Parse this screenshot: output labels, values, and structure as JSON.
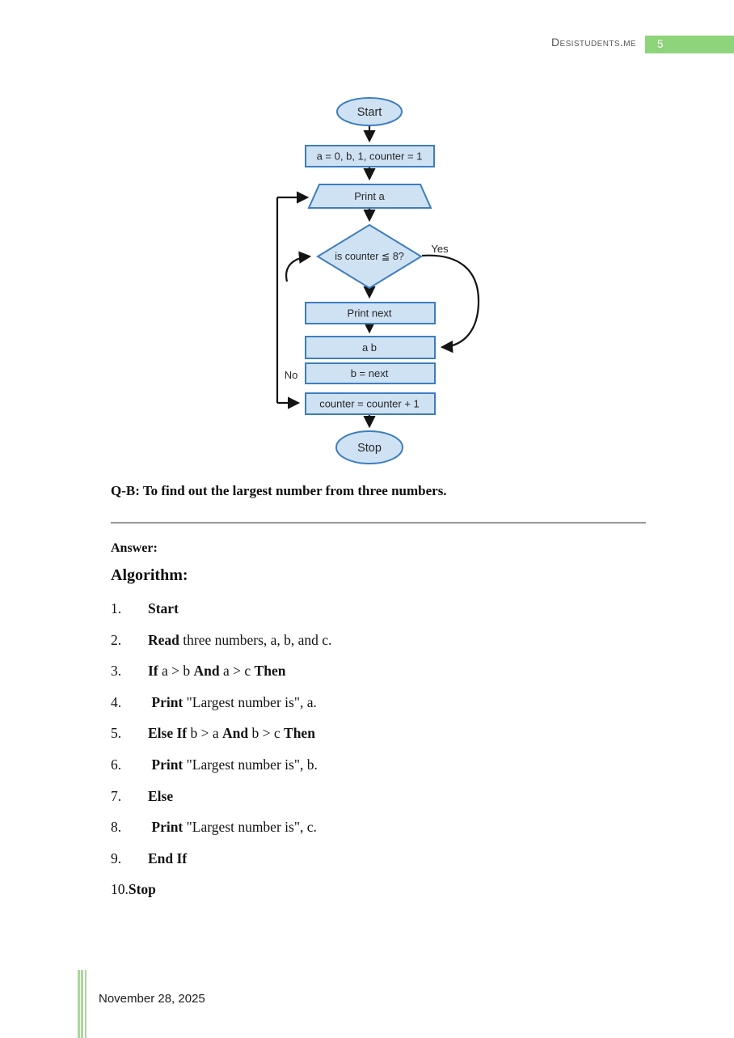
{
  "header": {
    "brand": "Desistudents.me",
    "page_number": "5",
    "badge_color": "#8ed47a"
  },
  "flowchart": {
    "nodes": {
      "start": "Start",
      "init": "a = 0, b, 1, counter = 1",
      "print_a": "Print a",
      "decision": "is counter ≦ 8?",
      "print_next": "Print next",
      "ab": "a b",
      "b_next": "b = next",
      "counter": "counter = counter + 1",
      "stop": "Stop"
    },
    "labels": {
      "yes": "Yes",
      "no": "No"
    },
    "colors": {
      "shape_fill": "#cfe2f4",
      "shape_border": "#3d7dbf",
      "line": "#141414"
    }
  },
  "question": {
    "heading": "Q-B: To find out the largest number from three numbers."
  },
  "answer": {
    "label": "Answer:",
    "algorithm_label": "Algorithm:"
  },
  "algorithm": {
    "items": [
      {
        "num": "1.",
        "segments": [
          {
            "t": "Start",
            "b": 1
          }
        ]
      },
      {
        "num": "2.",
        "segments": [
          {
            "t": "Read",
            "b": 1
          },
          {
            "t": " three numbers, a, b, and c.",
            "b": 0
          }
        ]
      },
      {
        "num": "3.",
        "segments": [
          {
            "t": "If",
            "b": 1
          },
          {
            "t": " a > b ",
            "b": 0
          },
          {
            "t": "And",
            "b": 1
          },
          {
            "t": " a > c ",
            "b": 0
          },
          {
            "t": "Then",
            "b": 1
          }
        ]
      },
      {
        "num": "4.",
        "segments": [
          {
            "t": " Print",
            "b": 1
          },
          {
            "t": " \"Largest number is\", a.",
            "b": 0
          }
        ]
      },
      {
        "num": "5.",
        "segments": [
          {
            "t": "Else If",
            "b": 1
          },
          {
            "t": " b > a ",
            "b": 0
          },
          {
            "t": "And",
            "b": 1
          },
          {
            "t": " b > c ",
            "b": 0
          },
          {
            "t": "Then",
            "b": 1
          }
        ]
      },
      {
        "num": "6.",
        "segments": [
          {
            "t": " Print",
            "b": 1
          },
          {
            "t": " \"Largest number is\", b.",
            "b": 0
          }
        ]
      },
      {
        "num": "7.",
        "segments": [
          {
            "t": "Else",
            "b": 1
          }
        ]
      },
      {
        "num": "8.",
        "segments": [
          {
            "t": " Print",
            "b": 1
          },
          {
            "t": " \"Largest number is\", c.",
            "b": 0
          }
        ]
      },
      {
        "num": "9.",
        "segments": [
          {
            "t": "End If",
            "b": 1
          }
        ]
      },
      {
        "num": "10.",
        "tight": true,
        "segments": [
          {
            "t": "Stop",
            "b": 1
          }
        ]
      }
    ]
  },
  "footer": {
    "date": "November 28, 2025",
    "accent_color": "#abd89d"
  }
}
